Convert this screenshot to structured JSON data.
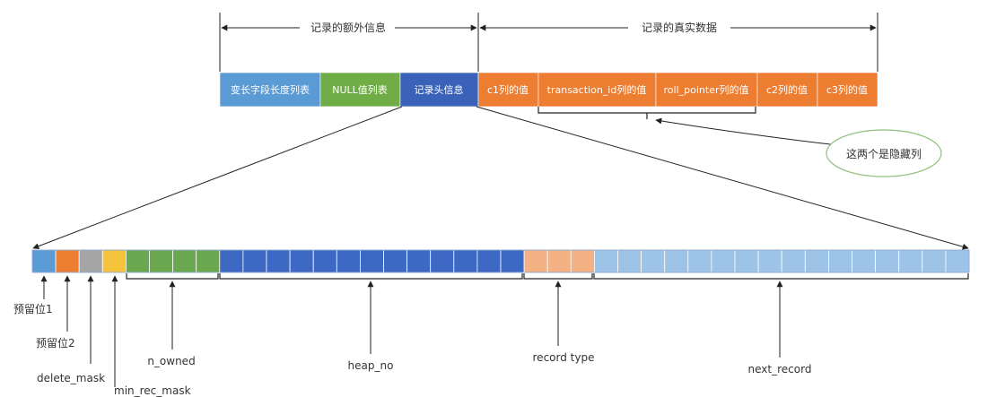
{
  "header": {
    "extra_info": "记录的额外信息",
    "real_data": "记录的真实数据"
  },
  "top_row": {
    "cells": [
      {
        "label": "变长字段长度列表",
        "color": "#5b9bd5"
      },
      {
        "label": "NULL值列表",
        "color": "#70ad47"
      },
      {
        "label": "记录头信息",
        "color": "#3a62b8"
      },
      {
        "label": "c1列的值",
        "color": "#ed7d31"
      },
      {
        "label": "transaction_id列的值",
        "color": "#ed7d31"
      },
      {
        "label": "roll_pointer列的值",
        "color": "#ed7d31"
      },
      {
        "label": "c2列的值",
        "color": "#ed7d31"
      },
      {
        "label": "c3列的值",
        "color": "#ed7d31"
      }
    ]
  },
  "callout": {
    "text": "这两个是隐藏列",
    "border_color": "#8fbf7a"
  },
  "bit_groups": [
    {
      "name": "reserved1",
      "bits": 1,
      "color": "#5b9bd5"
    },
    {
      "name": "reserved2",
      "bits": 1,
      "color": "#ed7d31"
    },
    {
      "name": "delete_mask",
      "bits": 1,
      "color": "#a5a5a5"
    },
    {
      "name": "min_rec_mask",
      "bits": 1,
      "color": "#f5c33b"
    },
    {
      "name": "n_owned",
      "bits": 4,
      "color": "#6aa84f"
    },
    {
      "name": "heap_no",
      "bits": 13,
      "color": "#3d68c4"
    },
    {
      "name": "record_type",
      "bits": 3,
      "color": "#f4b183"
    },
    {
      "name": "next_record",
      "bits": 16,
      "color": "#9dc3e6"
    }
  ],
  "labels": {
    "reserved1": "预留位1",
    "reserved2": "预留位2",
    "delete_mask": "delete_mask",
    "min_rec_mask": "min_rec_mask",
    "n_owned": "n_owned",
    "heap_no": "heap_no",
    "record_type": "record type",
    "next_record": "next_record"
  },
  "colors": {
    "line": "#222222",
    "min_rec_mask_text": "#e8251f"
  }
}
